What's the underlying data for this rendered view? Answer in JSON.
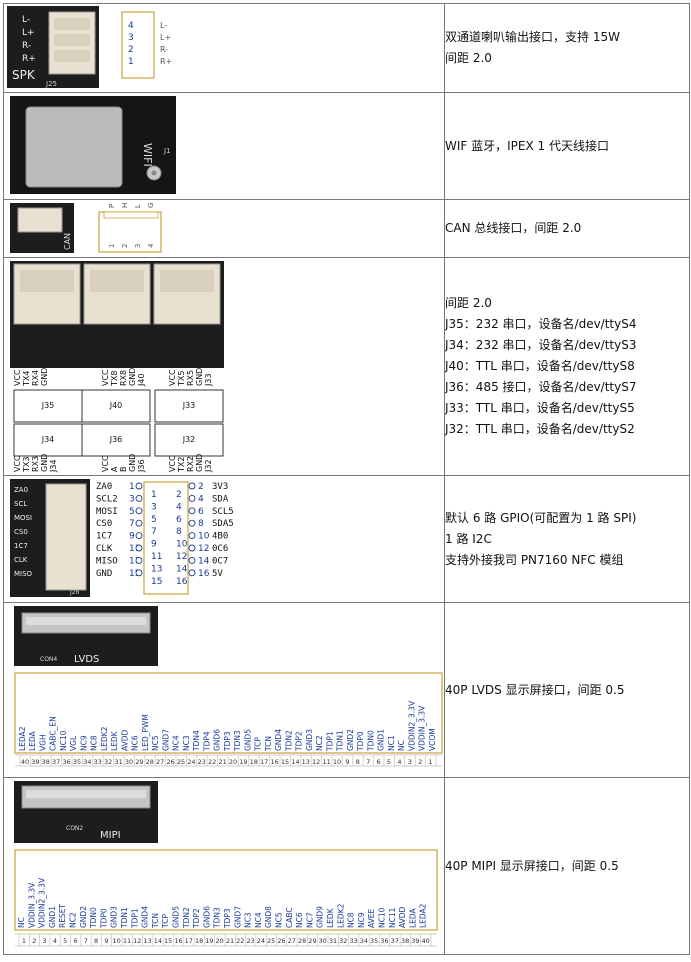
{
  "rows": [
    {
      "desc": [
        "双通道喇叭输出接口，支持 15W",
        "间距 2.0"
      ],
      "labels": {
        "pins": [
          "L-",
          "L+",
          "R-",
          "R+"
        ],
        "nums": [
          "4",
          "3",
          "2",
          "1"
        ],
        "connector": "SPK",
        "silk": "J25"
      }
    },
    {
      "desc": [
        "WIF 蓝牙，IPEX 1 代天线接口"
      ],
      "labels": {
        "module": "WIFI",
        "antenna": "J1"
      }
    },
    {
      "desc": [
        "CAN 总线接口，间距 2.0"
      ],
      "labels": {
        "pins_top": [
          "P",
          "H",
          "L",
          "G"
        ],
        "nums": [
          "1",
          "2",
          "3",
          "4"
        ],
        "silk": "CAN"
      }
    },
    {
      "desc": [
        "间距 2.0",
        "J35：232 串口，设备名/dev/ttyS4",
        "J34：232 串口，设备名/dev/ttyS3",
        "J40：TTL 串口，设备名/dev/ttyS8",
        "J36：485 接口，设备名/dev/ttyS7",
        "J33：TTL 串口，设备名/dev/ttyS5",
        "J32：TTL 串口，设备名/dev/ttyS2"
      ],
      "labels": {
        "top_groups": [
          [
            "VCC",
            "TX4",
            "RX4",
            "GND"
          ],
          [
            "VCC",
            "TX8",
            "RX8",
            "GND",
            "J40"
          ],
          [
            "VCC",
            "TX5",
            "RX5",
            "GND",
            "J33"
          ]
        ],
        "boxes_top": [
          "J35",
          "J40",
          "J33"
        ],
        "boxes_bottom": [
          "J34",
          "J36",
          "J32"
        ],
        "bottom_groups": [
          [
            "VCC",
            "TX3",
            "RX3",
            "GND",
            "J34"
          ],
          [
            "VCC",
            "A",
            "B",
            "GND",
            "J36"
          ],
          [
            "VCC",
            "TX2",
            "RX2",
            "GND",
            "J32"
          ]
        ]
      }
    },
    {
      "desc": [
        "默认 6 路 GPIO(可配置为 1 路 SPI)",
        "1 路 I2C",
        "支持外接我司 PN7160 NFC 模组"
      ],
      "labels": {
        "left": [
          [
            "ZA0",
            "1"
          ],
          [
            "SCL2",
            "3"
          ],
          [
            "MOSI",
            "5"
          ],
          [
            "CS0",
            "7"
          ],
          [
            "1C7",
            "9"
          ],
          [
            "CLK",
            "11"
          ],
          [
            "MISO",
            "13"
          ],
          [
            "GND",
            "15"
          ]
        ],
        "right": [
          [
            "2",
            "3V3"
          ],
          [
            "4",
            "SDA"
          ],
          [
            "6",
            "SCL5"
          ],
          [
            "8",
            "SDA5"
          ],
          [
            "10",
            "4B0"
          ],
          [
            "12",
            "0C6"
          ],
          [
            "14",
            "0C7"
          ],
          [
            "16",
            "5V"
          ]
        ],
        "inner": [
          [
            "1",
            "2"
          ],
          [
            "3",
            "4"
          ],
          [
            "5",
            "6"
          ],
          [
            "7",
            "8"
          ],
          [
            "9",
            "10"
          ],
          [
            "11",
            "12"
          ],
          [
            "13",
            "14"
          ],
          [
            "15",
            "16"
          ]
        ],
        "photo": [
          "ZA0",
          "SCL",
          "MOSI",
          "CS0",
          "1C7",
          "CLK",
          "MISO"
        ],
        "silk": "J26"
      }
    },
    {
      "desc": [
        "40P LVDS 显示屏接口，间距 0.5"
      ],
      "labels": {
        "silk": "LVDS",
        "con": "CON4",
        "pins": [
          "LEDA2",
          "LEDA",
          "VGH",
          "CABC_EN",
          "NC10",
          "VGL",
          "NC9",
          "NC8",
          "LEDK2",
          "LEDK",
          "AVDD",
          "NC6",
          "LED_PWM",
          "NC5",
          "GND7",
          "NC4",
          "NC3",
          "TDN4",
          "TDP4",
          "GND6",
          "TDP3",
          "TDN3",
          "GND5",
          "TCP",
          "TCN",
          "GND4",
          "TDN2",
          "TDP2",
          "GND3",
          "NC2",
          "TDP1",
          "TDN1",
          "GND2",
          "TDP0",
          "TDN0",
          "GND1",
          "NC1",
          "NC",
          "VDDIN2_3.3V",
          "VDDIN_3.3V",
          "VCOM"
        ],
        "nums": [
          "40",
          "39",
          "38",
          "37",
          "36",
          "35",
          "34",
          "33",
          "32",
          "31",
          "30",
          "29",
          "28",
          "27",
          "26",
          "25",
          "24",
          "23",
          "22",
          "21",
          "20",
          "19",
          "18",
          "17",
          "16",
          "15",
          "14",
          "13",
          "12",
          "11",
          "10",
          "9",
          "8",
          "7",
          "6",
          "5",
          "4",
          "3",
          "2",
          "1"
        ]
      }
    },
    {
      "desc": [
        "40P MIPI 显示屏接口，间距 0.5"
      ],
      "labels": {
        "silk": "MIPI",
        "con": "CON2",
        "pins": [
          "NC",
          "VDDIN_3.3V",
          "VDDIN2_3.3V",
          "GND1",
          "RESET",
          "NC2",
          "GND2",
          "TDN0",
          "TDP0",
          "GND3",
          "TDN1",
          "TDP1",
          "GND4",
          "TCN",
          "TCP",
          "GND5",
          "TDN2",
          "TDP2",
          "GND6",
          "TDN3",
          "TDP3",
          "GND7",
          "NC3",
          "NC4",
          "GND8",
          "NC5",
          "CABC",
          "NC6",
          "NC7",
          "GND9",
          "LEDK",
          "LEDK2",
          "NC8",
          "NC9",
          "AVEE",
          "NC10",
          "NC11",
          "AVDD",
          "LEDA",
          "LEDA2"
        ],
        "nums": [
          "1",
          "2",
          "3",
          "4",
          "5",
          "6",
          "7",
          "8",
          "9",
          "10",
          "11",
          "12",
          "13",
          "14",
          "15",
          "16",
          "17",
          "18",
          "19",
          "20",
          "21",
          "22",
          "23",
          "24",
          "25",
          "26",
          "27",
          "28",
          "29",
          "30",
          "31",
          "32",
          "33",
          "34",
          "35",
          "36",
          "37",
          "38",
          "39",
          "40"
        ]
      }
    }
  ]
}
